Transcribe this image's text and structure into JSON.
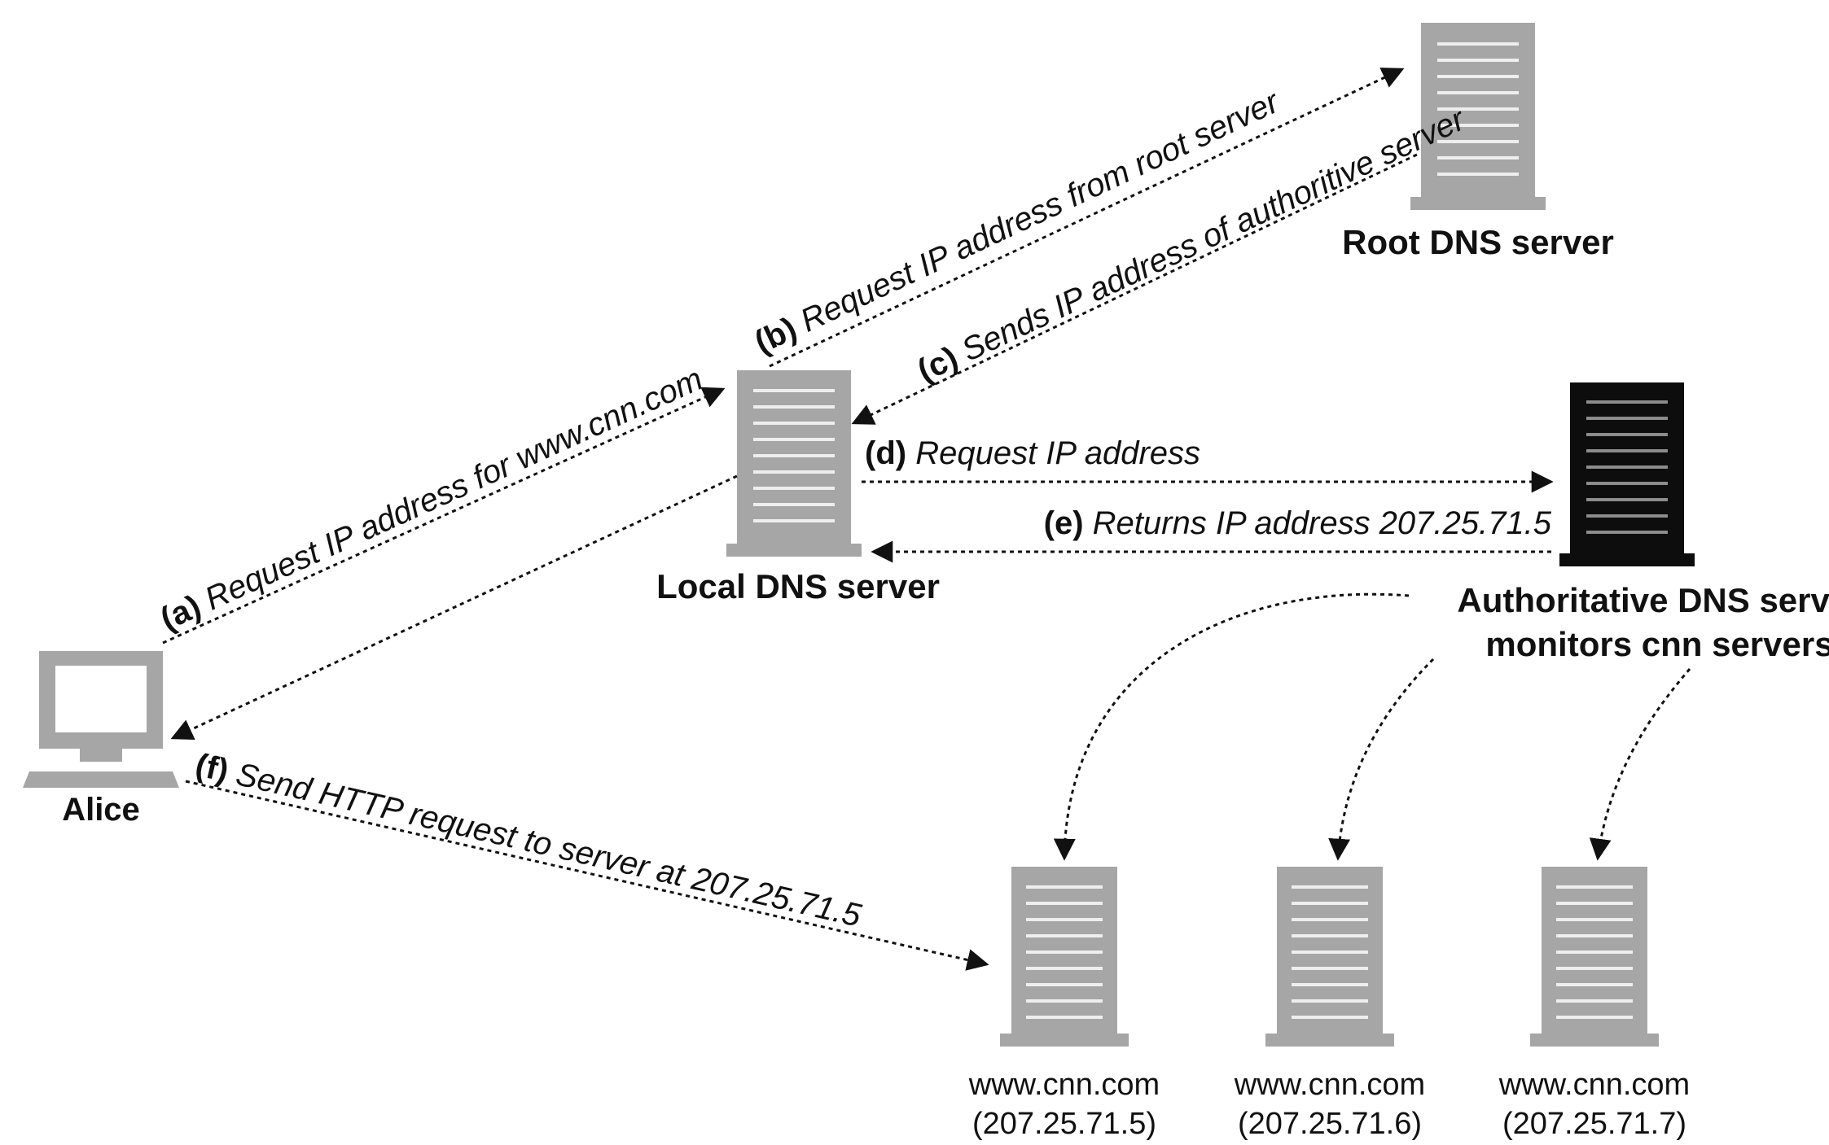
{
  "nodes": {
    "alice": "Alice",
    "local_dns": "Local DNS server",
    "root_dns": "Root DNS server",
    "auth_dns_line1": "Authoritative DNS server",
    "auth_dns_line2": "monitors cnn servers",
    "web_servers": [
      {
        "host": "www.cnn.com",
        "ip": "(207.25.71.5)"
      },
      {
        "host": "www.cnn.com",
        "ip": "(207.25.71.6)"
      },
      {
        "host": "www.cnn.com",
        "ip": "(207.25.71.7)"
      }
    ]
  },
  "steps": {
    "a": {
      "tag": "(a)",
      "text": "Request IP address for www.cnn.com"
    },
    "b": {
      "tag": "(b)",
      "text": "Request IP address from root server"
    },
    "c": {
      "tag": "(c)",
      "text": "Sends IP address of authoritive server"
    },
    "d": {
      "tag": "(d)",
      "text": "Request IP address"
    },
    "e": {
      "tag": "(e)",
      "text": "Returns IP address 207.25.71.5"
    },
    "f": {
      "tag": "(f)",
      "text": "Send HTTP request to server at 207.25.71.5"
    }
  },
  "colors": {
    "server_gray": "#a6a6a6",
    "auth_server_black": "#0d0d0d",
    "stripe_light": "#eeeeee",
    "stripe_auth": "#8c8c8c"
  }
}
